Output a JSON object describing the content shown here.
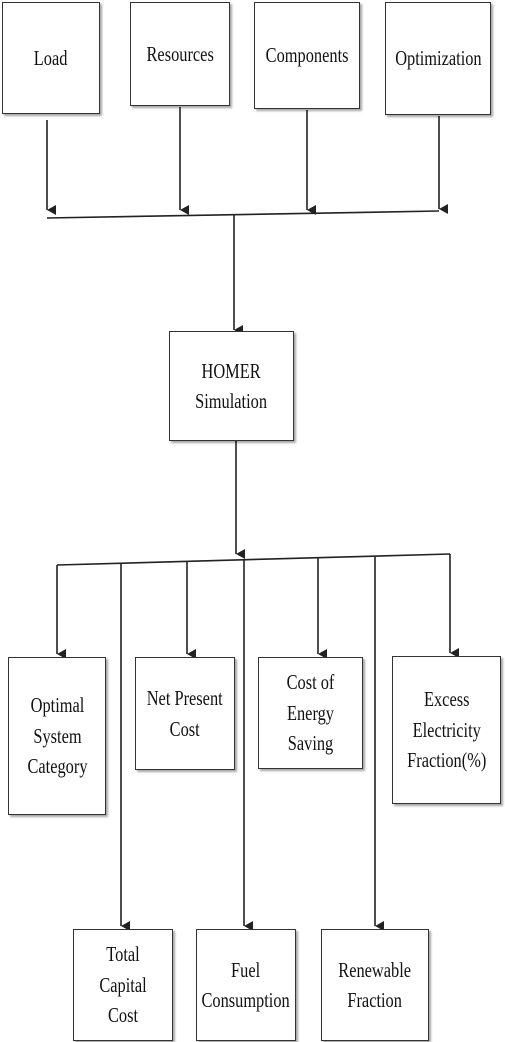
{
  "inputs": {
    "load": "Load",
    "resources": "Resources",
    "components": "Components",
    "optimization": "Optimization"
  },
  "simulation": "HOMER\nSimulation",
  "outputs_row1": {
    "optimal": "Optimal\nSystem\nCategory",
    "npc": "Net Present\nCost",
    "coe": "Cost of Energy\nSaving",
    "excess": "Excess\nElectricity\nFraction(%)"
  },
  "outputs_row2": {
    "capital": "Total Capital\nCost",
    "fuel": "Fuel\nConsumption",
    "renewable": "Renewable\nFraction"
  }
}
